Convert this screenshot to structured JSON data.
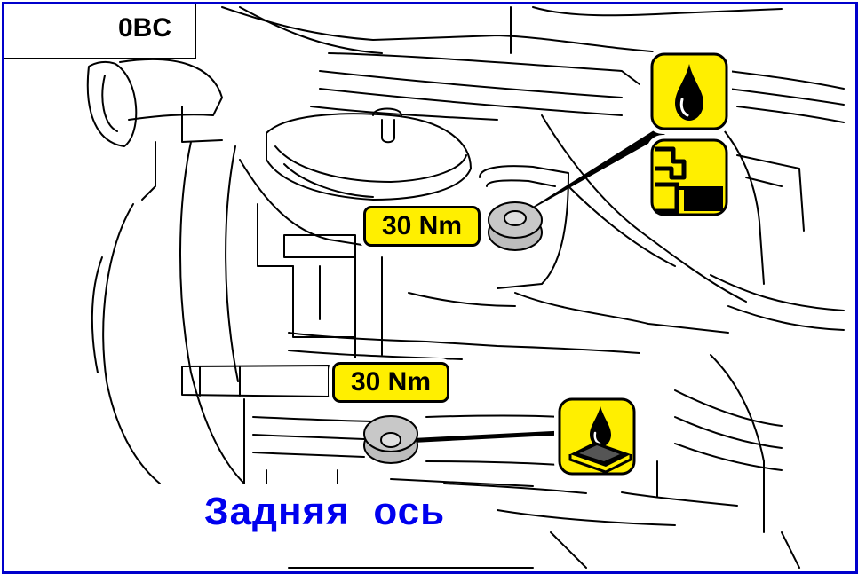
{
  "header": {
    "code": "0BC"
  },
  "callouts": [
    {
      "id": "upper",
      "torque": "30 Nm"
    },
    {
      "id": "lower",
      "torque": "30 Nm"
    }
  ],
  "caption": "Задняя  ось",
  "icons": [
    {
      "name": "oil-drop-icon"
    },
    {
      "name": "oil-level-icon"
    },
    {
      "name": "oil-drain-icon"
    },
    {
      "name": "drain-plug-icon"
    },
    {
      "name": "filler-plug-icon"
    }
  ],
  "colors": {
    "label_yellow": "#ffef00",
    "frame_blue": "#0000cc",
    "caption_blue": "#0000ee",
    "plug_gray": "#bdbdbd"
  }
}
